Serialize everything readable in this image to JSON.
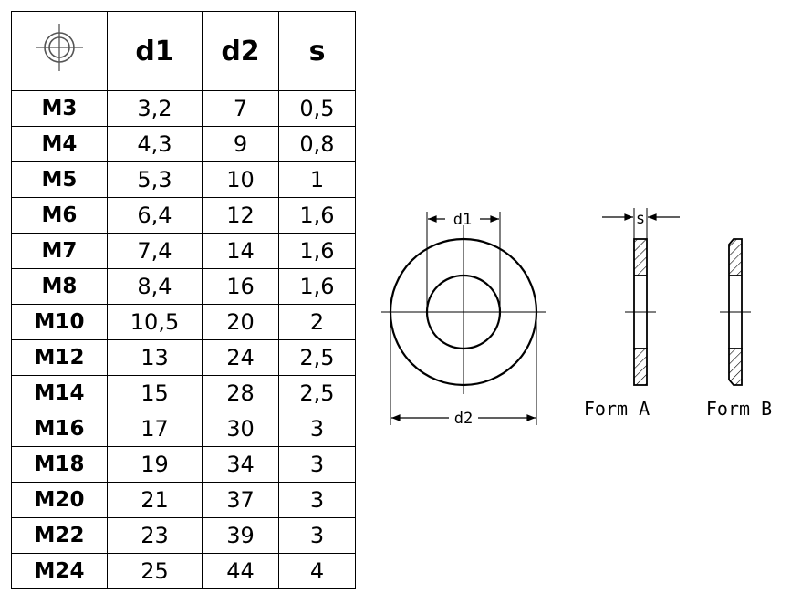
{
  "table": {
    "headers": [
      "d1",
      "d2",
      "s"
    ],
    "header_icon": "thread-diameter-icon",
    "rows": [
      {
        "size": "M3",
        "d1": "3,2",
        "d2": "7",
        "s": "0,5"
      },
      {
        "size": "M4",
        "d1": "4,3",
        "d2": "9",
        "s": "0,8"
      },
      {
        "size": "M5",
        "d1": "5,3",
        "d2": "10",
        "s": "1"
      },
      {
        "size": "M6",
        "d1": "6,4",
        "d2": "12",
        "s": "1,6"
      },
      {
        "size": "M7",
        "d1": "7,4",
        "d2": "14",
        "s": "1,6"
      },
      {
        "size": "M8",
        "d1": "8,4",
        "d2": "16",
        "s": "1,6"
      },
      {
        "size": "M10",
        "d1": "10,5",
        "d2": "20",
        "s": "2"
      },
      {
        "size": "M12",
        "d1": "13",
        "d2": "24",
        "s": "2,5"
      },
      {
        "size": "M14",
        "d1": "15",
        "d2": "28",
        "s": "2,5"
      },
      {
        "size": "M16",
        "d1": "17",
        "d2": "30",
        "s": "3"
      },
      {
        "size": "M18",
        "d1": "19",
        "d2": "34",
        "s": "3"
      },
      {
        "size": "M20",
        "d1": "21",
        "d2": "37",
        "s": "3"
      },
      {
        "size": "M22",
        "d1": "23",
        "d2": "39",
        "s": "3"
      },
      {
        "size": "M24",
        "d1": "25",
        "d2": "44",
        "s": "4"
      }
    ]
  },
  "drawing": {
    "dim_d1": "d1",
    "dim_d2": "d2",
    "dim_s": "s",
    "form_a": "Form A",
    "form_b": "Form B"
  }
}
